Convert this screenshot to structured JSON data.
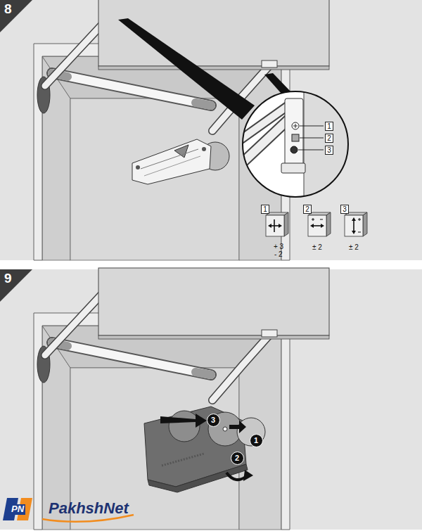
{
  "diagram": {
    "nodes": [
      {
        "text": [
          "8"
        ]
      },
      {
        "text": [
          "1"
        ]
      },
      {
        "text": [
          "2"
        ]
      },
      {
        "text": [
          "3"
        ]
      },
      {
        "text": [
          "1"
        ]
      },
      {
        "text": [
          "2"
        ]
      },
      {
        "text": [
          "3"
        ]
      },
      {
        "text": [
          "9"
        ]
      },
      {
        "text": [
          "3"
        ]
      },
      {
        "text": [
          "1"
        ]
      },
      {
        "text": [
          "2"
        ]
      }
    ],
    "labels": [
      "+ 3",
      "- 2",
      "± 2",
      "± 2",
      "PN",
      "PakhshNet"
    ]
  }
}
